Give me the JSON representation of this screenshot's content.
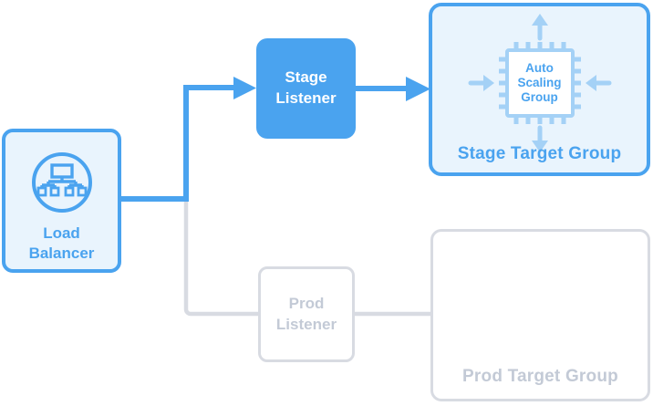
{
  "diagram_type": "load-balancer-architecture",
  "colors": {
    "accent_blue": "#4aa3ef",
    "light_blue_fill": "#e9f4fd",
    "pale_blue": "#a4d1f6",
    "gray_border": "#d8dbe2",
    "gray_text": "#c3cad6",
    "white": "#ffffff"
  },
  "nodes": {
    "load_balancer": {
      "label": "Load Balancer",
      "icon": "load-balancer-network-icon",
      "state": "active"
    },
    "stage_listener": {
      "label": "Stage Listener",
      "state": "active"
    },
    "prod_listener": {
      "label": "Prod Listener",
      "state": "inactive"
    },
    "stage_target_group": {
      "label": "Stage Target Group",
      "icon": "auto-scaling-chip-icon",
      "icon_label": "Auto Scaling Group",
      "state": "active"
    },
    "prod_target_group": {
      "label": "Prod Target Group",
      "state": "inactive"
    }
  },
  "edges": [
    {
      "from": "load_balancer",
      "to": "stage_listener",
      "style": "blue-arrow",
      "state": "active"
    },
    {
      "from": "stage_listener",
      "to": "stage_target_group",
      "style": "blue-arrow",
      "state": "active"
    },
    {
      "from": "load_balancer",
      "to": "prod_listener",
      "style": "gray-line",
      "state": "inactive"
    },
    {
      "from": "prod_listener",
      "to": "prod_target_group",
      "style": "gray-line",
      "state": "inactive"
    }
  ]
}
